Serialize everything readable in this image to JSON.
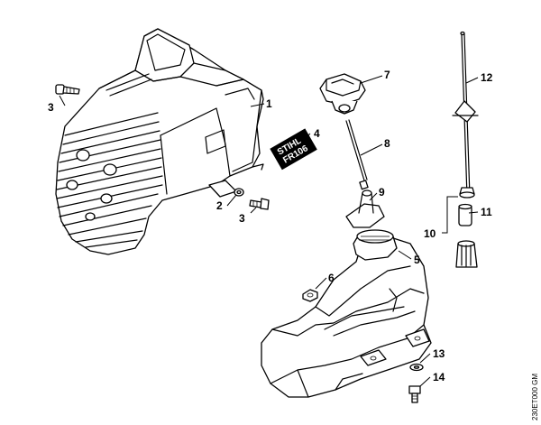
{
  "diagram": {
    "callouts": {
      "c1": "1",
      "c2": "2",
      "c3a": "3",
      "c3b": "3",
      "c4": "4",
      "c5": "5",
      "c6": "6",
      "c7": "7",
      "c8": "8",
      "c9": "9",
      "c10": "10",
      "c11": "11",
      "c12": "12",
      "c13": "13",
      "c14": "14"
    },
    "badge": {
      "line1": "STIHL",
      "line2": "FR106"
    },
    "drawing_number": "230ET000 GM"
  }
}
